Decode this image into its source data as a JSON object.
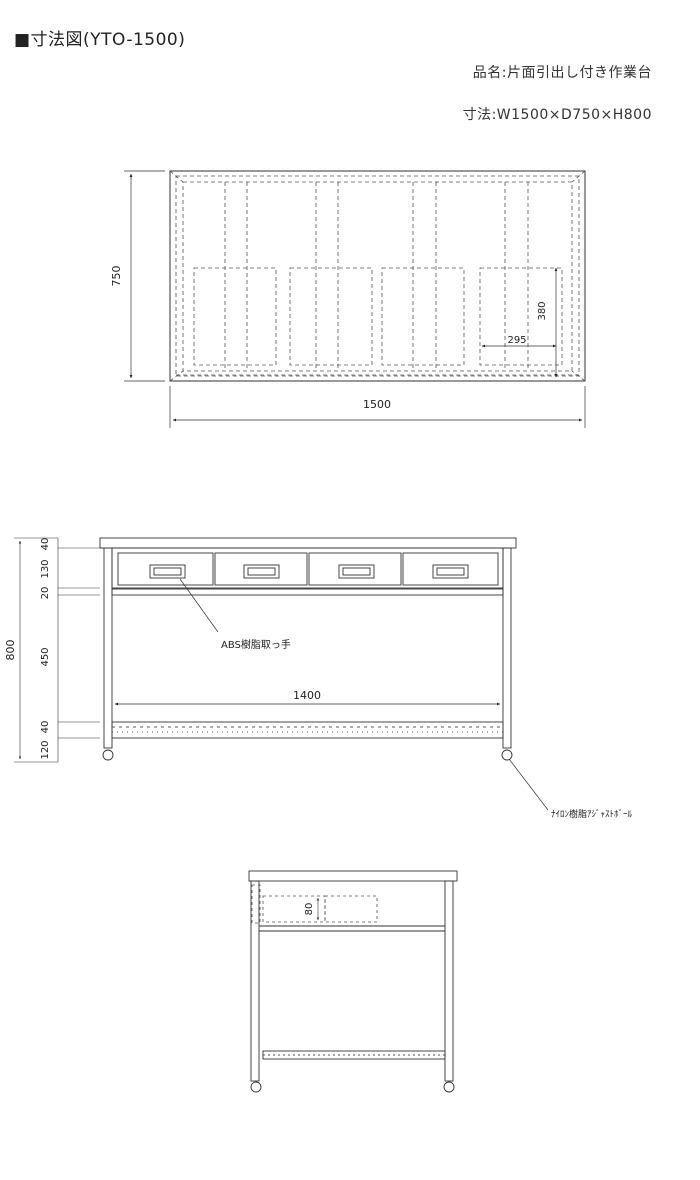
{
  "header": {
    "title": "■寸法図(YTO-1500)",
    "product_name": "品名:片面引出し付き作業台",
    "dimensions": "寸法:W1500×D750×H800"
  },
  "top_view": {
    "width_label": "1500",
    "depth_label": "750",
    "drawer_width_label": "295",
    "drawer_depth_label": "380"
  },
  "front_view": {
    "total_height_label": "800",
    "segments": [
      "40",
      "130",
      "20",
      "450",
      "40",
      "120"
    ],
    "inner_width_label": "1400",
    "handle_callout": "ABS樹脂取っ手",
    "caster_callout": "ﾅｲﾛﾝ樹脂ｱｼﾞｬｽﾄﾎﾞｰﾙ"
  },
  "side_view": {
    "drawer_height_label": "80"
  },
  "colors": {
    "line": "#333333",
    "dashed": "#555555",
    "background": "#ffffff"
  }
}
